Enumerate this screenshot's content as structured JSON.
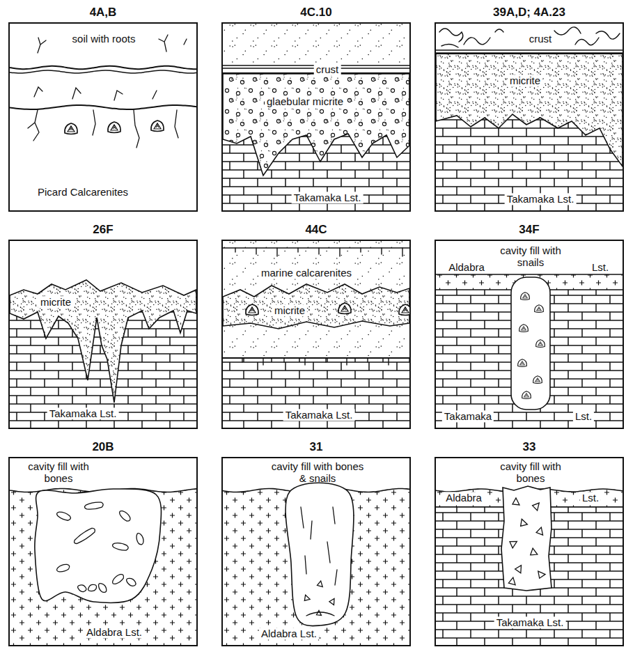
{
  "diagram": {
    "nodes": [
      {
        "text": [
          "4A,B",
          "soil with roots",
          "Picard Calcarenites"
        ]
      },
      {
        "text": [
          "4C.10",
          "crust",
          "glaebular micrite",
          "Takamaka Lst."
        ]
      },
      {
        "text": [
          "39A,D; 4A.23",
          "crust",
          "micrite",
          "Takamaka Lst."
        ]
      },
      {
        "text": [
          "26F",
          "micrite",
          "Takamaka Lst."
        ]
      },
      {
        "text": [
          "44C",
          "marine calcarenites",
          "micrite",
          "Takamaka Lst."
        ]
      },
      {
        "text": [
          "34F",
          "cavity fill with snails",
          "Aldabra",
          "Lst.",
          "Takamaka",
          "Lst."
        ]
      },
      {
        "text": [
          "20B",
          "cavity fill with bones",
          "Aldabra Lst."
        ]
      },
      {
        "text": [
          "31",
          "cavity fill with bones & snails",
          "Aldabra Lst."
        ]
      },
      {
        "text": [
          "33",
          "cavity fill with bones",
          "Aldabra",
          "Lst.",
          "Takamaka Lst."
        ]
      }
    ]
  }
}
